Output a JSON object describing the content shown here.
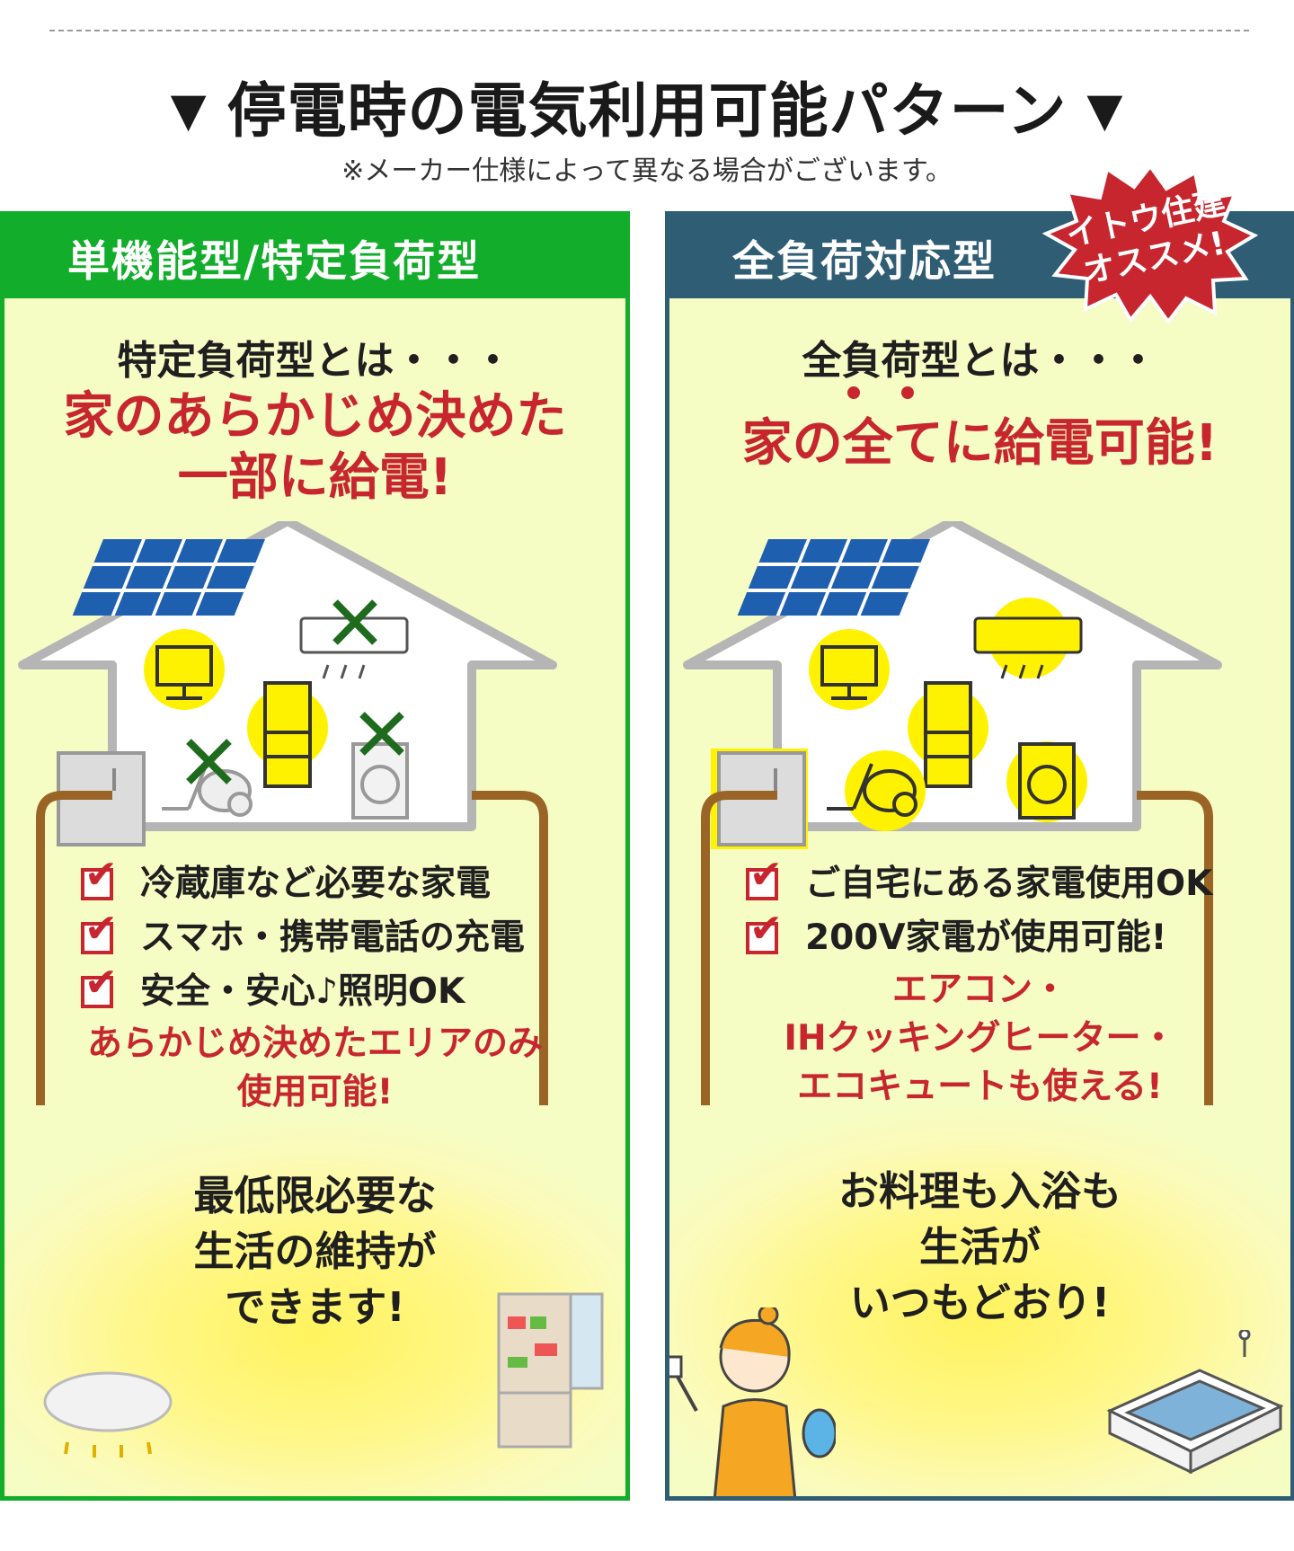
{
  "header": {
    "title": "停電時の電気利用可能パターン",
    "triangle": "▼",
    "note": "※メーカー仕様によって異なる場合がございます。"
  },
  "badge": {
    "line1": "イトウ住建",
    "line2": "オススメ!",
    "color": "#c8262f"
  },
  "colors": {
    "green": "#12ad2a",
    "navy": "#2f5d74",
    "red": "#c8262f",
    "panel_bg": "#f5fcc4",
    "highlight": "#fff200",
    "cross": "#1e6b1e"
  },
  "left": {
    "header": "単機能型/特定負荷型",
    "intro": "特定負荷型とは・・・",
    "headline_line1": "家のあらかじめ決めた",
    "headline_line2": "一部に給電!",
    "checks": [
      "冷蔵庫など必要な家電",
      "スマホ・携帯電話の充電",
      "安全・安心♪照明OK"
    ],
    "note_line1": "あらかじめ決めたエリアのみ",
    "note_line2": "使用可能!",
    "msg_line1": "最低限必要な",
    "msg_line2": "生活の維持が",
    "msg_line3": "できます!"
  },
  "right": {
    "header": "全負荷対応型",
    "intro": "全負荷型とは・・・",
    "headline": "家の全てに給電可能!",
    "checks": [
      "ご自宅にある家電使用OK",
      "200V家電が使用可能!"
    ],
    "note_line1": "エアコン・",
    "note_line2": "IHクッキングヒーター・",
    "note_line3": "エコキュートも使える!",
    "msg_line1": "お料理も入浴も",
    "msg_line2": "生活が",
    "msg_line3": "いつもどおり!"
  }
}
